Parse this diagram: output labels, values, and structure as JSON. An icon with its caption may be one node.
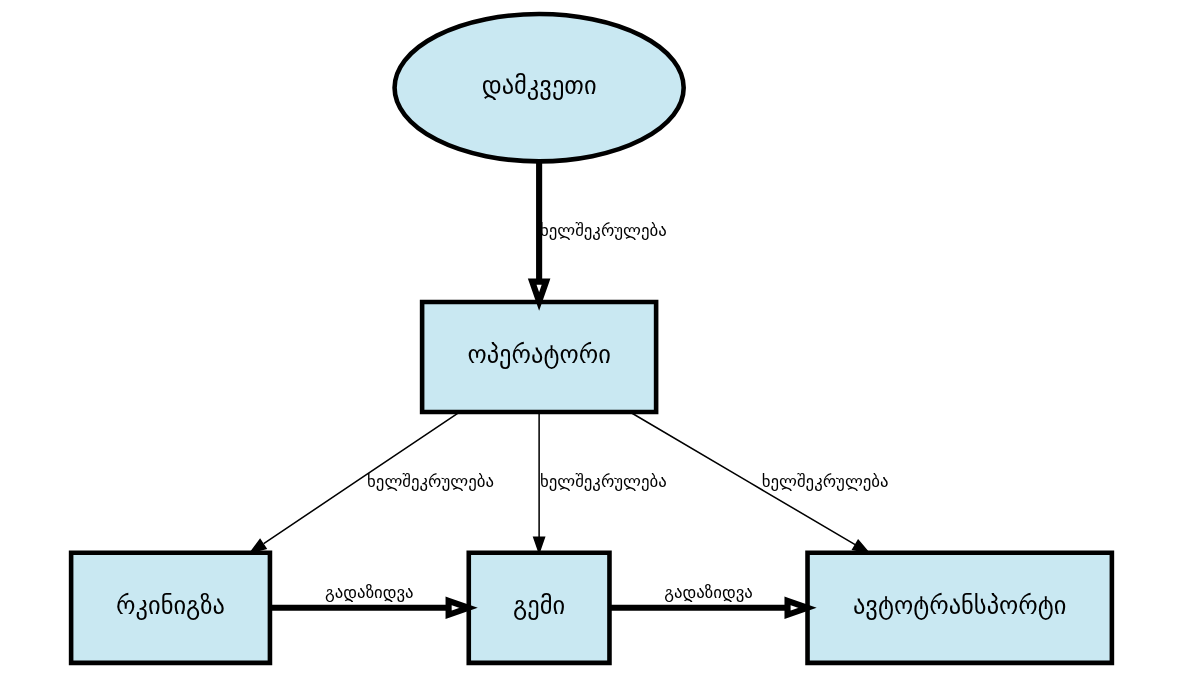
{
  "diagram": {
    "nodes": [
      {
        "text": [
          "დამკვეთი"
        ]
      },
      {
        "text": [
          "ოპერატორი"
        ]
      },
      {
        "text": [
          "რკინიგზა"
        ]
      },
      {
        "text": [
          "გემი"
        ]
      },
      {
        "text": [
          "ავტოტრანსპორტი"
        ]
      }
    ],
    "edges": [
      {
        "from": 0,
        "to": 1,
        "arrow": "to",
        "label": "ხელშეკრულება",
        "style": "thick"
      },
      {
        "from": 1,
        "to": 2,
        "arrow": "to",
        "label": "ხელშეკრულება"
      },
      {
        "from": 1,
        "to": 3,
        "arrow": "to",
        "label": "ხელშეკრულება"
      },
      {
        "from": 1,
        "to": 4,
        "arrow": "to",
        "label": "ხელშეკრულება"
      },
      {
        "from": 2,
        "to": 3,
        "arrow": "to",
        "label": "გადაზიდვა",
        "style": "thick"
      },
      {
        "from": 3,
        "to": 4,
        "arrow": "to",
        "label": "გადაზიდვა",
        "style": "thick"
      }
    ]
  }
}
